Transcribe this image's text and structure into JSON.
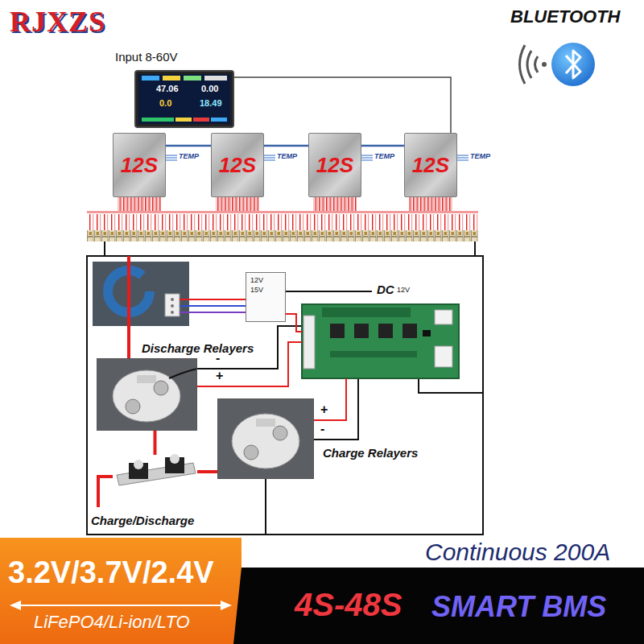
{
  "diagram": {
    "nodes": [
      {
        "text": [
          "Input 8-60V",
          "47.06",
          "0.00",
          "0.0",
          "18.49"
        ]
      },
      {
        "text": [
          "12S"
        ]
      },
      {
        "text": [
          "12S"
        ]
      },
      {
        "text": [
          "12S"
        ]
      },
      {
        "text": [
          "12S"
        ]
      },
      {
        "text": [
          "12V",
          "15V"
        ]
      },
      {
        "text": [
          "Discharge Relayers"
        ]
      },
      {
        "text": [
          "Charge Relayers"
        ]
      },
      {
        "text": [
          "Charge/Discharge"
        ]
      },
      {
        "text": [
          "3.2V/3.7V/2.4V",
          "LiFePO4/Li-ion/LTO"
        ]
      },
      {
        "text": [
          "4S-48S",
          "SMART BMS"
        ]
      }
    ],
    "edges": [
      {
        "from": 0,
        "to": 4,
        "arrow": "none"
      },
      {
        "from": 1,
        "to": 2,
        "arrow": "none"
      },
      {
        "from": 2,
        "to": 3,
        "arrow": "none"
      },
      {
        "from": 3,
        "to": 4,
        "arrow": "none"
      },
      {
        "from": 6,
        "to": 8,
        "arrow": "none"
      },
      {
        "from": 7,
        "to": 8,
        "arrow": "none"
      }
    ],
    "labels": [
      "RJXZS",
      "BLUETOOTH",
      "TEMP",
      "TEMP",
      "TEMP",
      "TEMP",
      "DC",
      "12V",
      "-",
      "+",
      "+",
      "-",
      "Continuous 200A"
    ]
  }
}
